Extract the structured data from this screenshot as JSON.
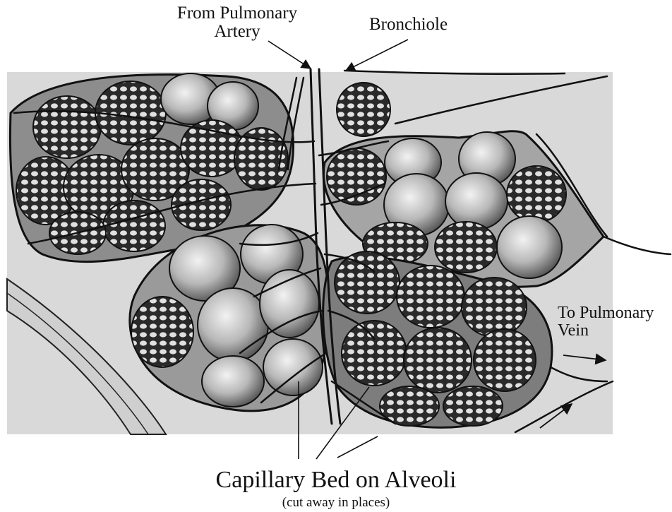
{
  "labels": {
    "from_pulmonary_artery": [
      "From Pulmonary",
      "Artery"
    ],
    "bronchiole": "Bronchiole",
    "to_pulmonary_vein": [
      "To Pulmonary",
      "Vein"
    ],
    "capillary_bed": "Capillary Bed on Alveoli",
    "cut_away": "(cut away in places)"
  },
  "colors": {
    "background": "#ffffff",
    "panel": "#d9d9d9",
    "ink": "#111111",
    "alveolus_shade": "#8a8a8a",
    "alveolus_light": "#e6e6e6"
  },
  "icons": {
    "arrow": "line-arrow"
  }
}
